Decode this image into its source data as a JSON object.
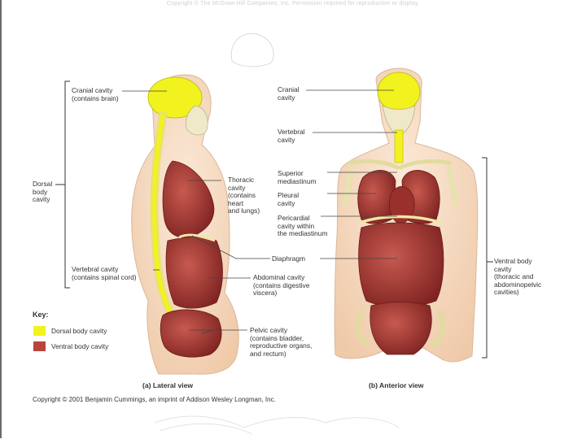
{
  "watermark": "Copyright © The McGraw-Hill Companies, Inc. Permission required for reproduction or display.",
  "labels": {
    "cranial_lateral": "Cranial cavity\n(contains brain)",
    "dorsal": "Dorsal\nbody\ncavity",
    "thoracic": "Thoracic\ncavity\n(contains\nheart\nand lungs)",
    "vertebral_lateral": "Vertebral cavity\n(contains spinal cord)",
    "cranial_anterior": "Cranial\ncavity",
    "vertebral_anterior": "Vertebral\ncavity",
    "superior_mediastinum": "Superior\nmediastinum",
    "pleural": "Pleural\ncavity",
    "pericardial": "Pericardial\ncavity within\nthe mediastinum",
    "diaphragm": "Diaphragm",
    "abdominal": "Abdominal cavity\n(contains digestive\nviscera)",
    "pelvic": "Pelvic cavity\n(contains bladder,\nreproductive organs,\nand rectum)",
    "ventral": "Ventral body\ncavity\n(thoracic and\nabdominopelvic\ncavities)"
  },
  "key": {
    "title": "Key:",
    "items": [
      {
        "label": "Dorsal body cavity",
        "color": "#f2f21e"
      },
      {
        "label": "Ventral body cavity",
        "color": "#b8453c"
      }
    ]
  },
  "captions": {
    "lateral": "(a) Lateral view",
    "anterior": "(b) Anterior view"
  },
  "copyright": "Copyright © 2001 Benjamin Cummings, an imprint of Addison Wesley Longman, Inc.",
  "colors": {
    "dorsal": "#f2f21e",
    "ventral": "#b8453c",
    "ventral_dark": "#7e2220",
    "skin": "#f6ddc6",
    "bone": "#ede6b4"
  }
}
